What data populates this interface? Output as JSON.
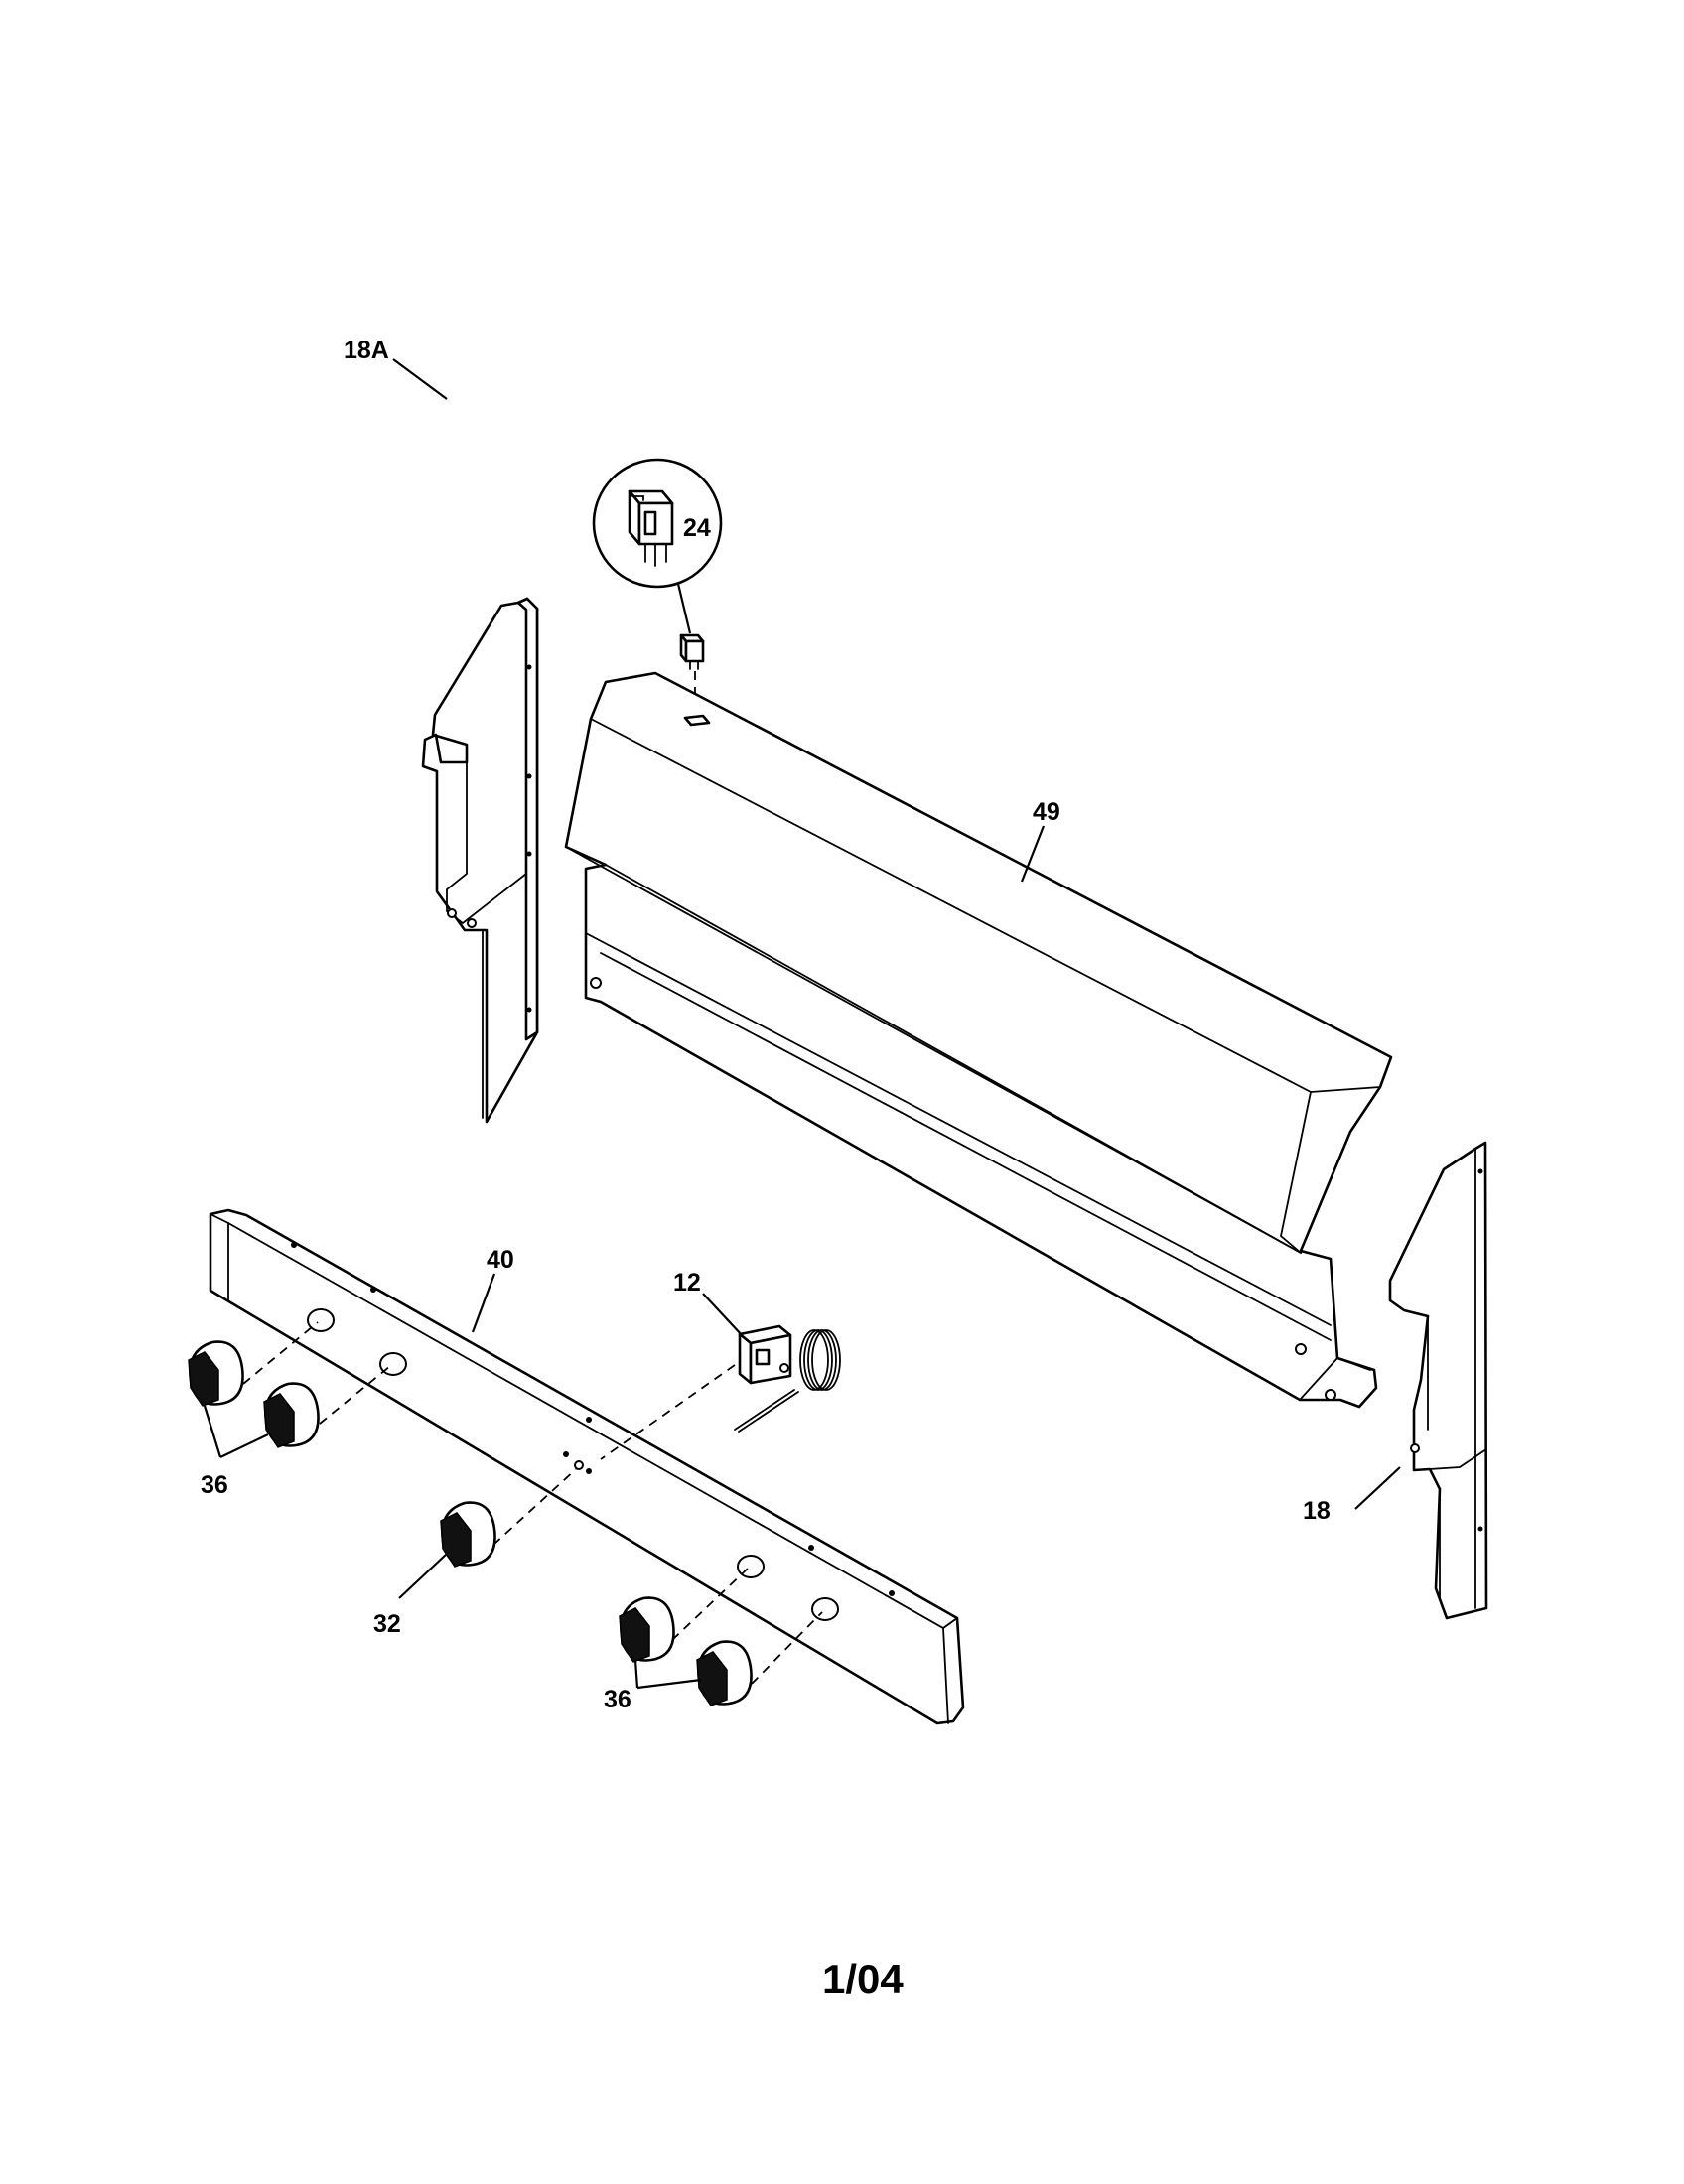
{
  "parts": {
    "switch": "24",
    "side_trim_left": "18A",
    "backguard_panel": "49",
    "control_panel": "40",
    "thermostat": "12",
    "knobs_left": "36",
    "knob_center": "32",
    "knobs_right": "36",
    "side_trim_right": "18"
  },
  "footer": {
    "code": "1/04"
  }
}
